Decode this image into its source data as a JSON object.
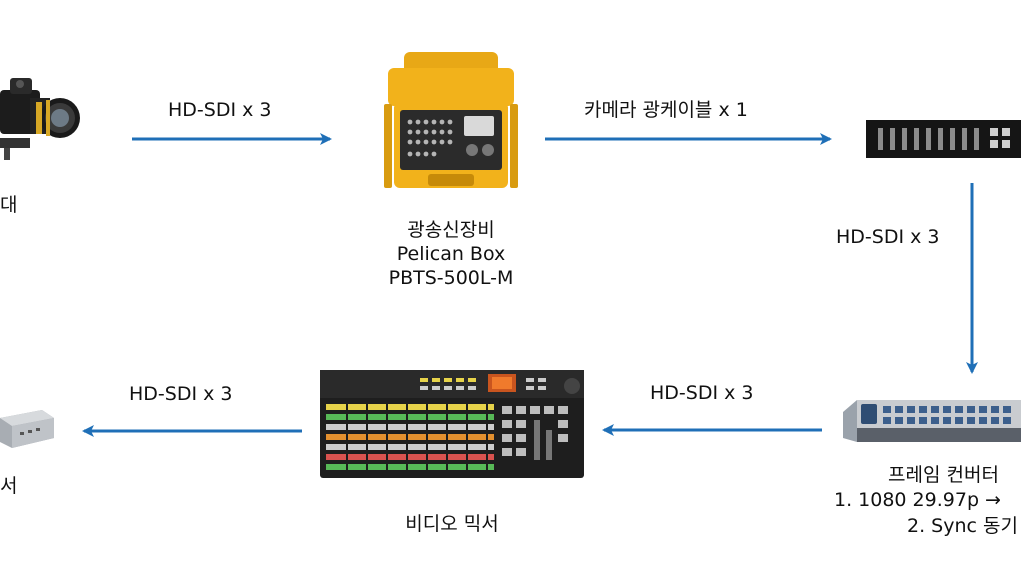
{
  "colors": {
    "arrow": "#1f6fb7",
    "pelican_case": "#f2b21b",
    "device_dark": "#1c1c1c",
    "device_silver": "#c9ccd0",
    "button_yellow": "#e6d34a",
    "button_green": "#58b957",
    "button_red": "#d9534f",
    "button_orange": "#e3902f"
  },
  "arrows": {
    "camera_to_pelican": "HD-SDI  x  3",
    "pelican_to_receiver": "카메라 광케이블  x  1",
    "receiver_to_converter": "HD-SDI  x  3",
    "converter_to_mixer": "HD-SDI  x  3",
    "mixer_to_output": "HD-SDI  x  3"
  },
  "devices": {
    "camera": {
      "label_fragment": "대",
      "icon": "cinema-camera-icon"
    },
    "pelican": {
      "lines": [
        "광송신장비",
        "Pelican Box",
        "PBTS-500L-M"
      ],
      "icon": "pelican-case-icon"
    },
    "receiver": {
      "icon": "rack-receiver-icon"
    },
    "converter": {
      "lines": [
        "프레임 컨버터",
        "1.   1080 29.97p →",
        "2.  Sync 동기"
      ],
      "icon": "frame-converter-icon"
    },
    "mixer": {
      "label": "비디오 믹서",
      "icon": "video-mixer-icon"
    },
    "output": {
      "label_fragment": "서",
      "icon": "rack-server-icon"
    }
  }
}
